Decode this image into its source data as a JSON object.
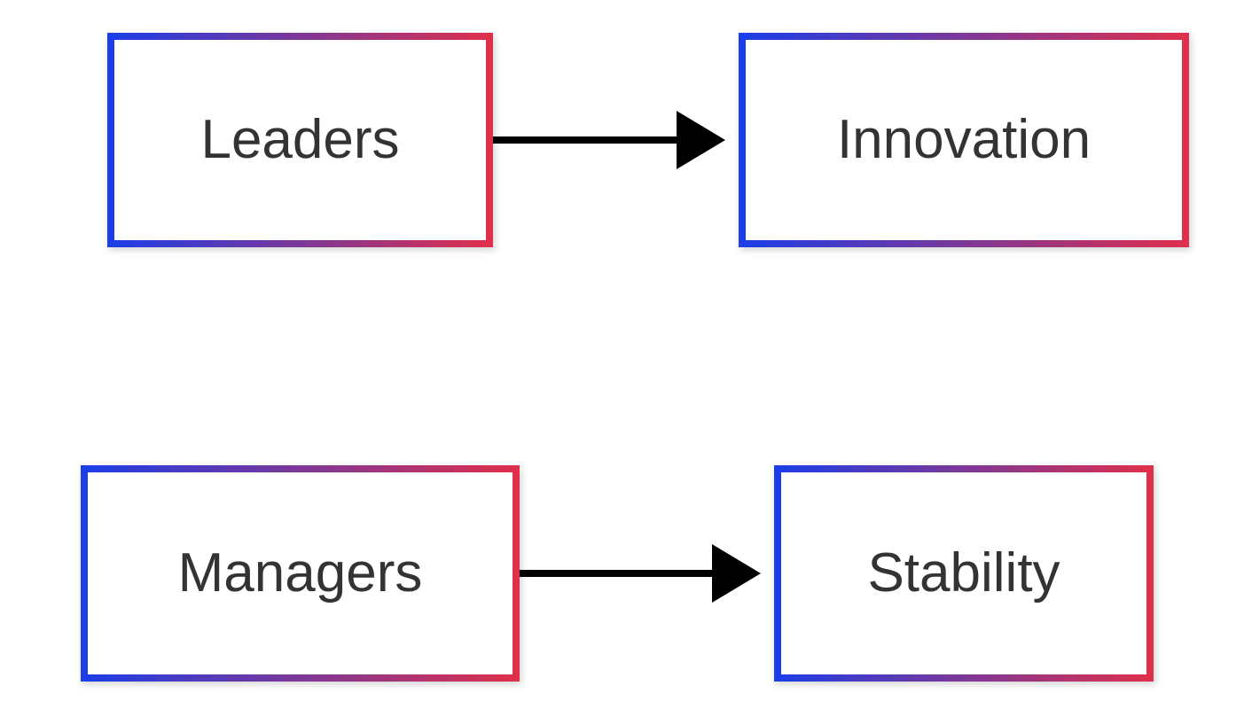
{
  "colors": {
    "border_gradient_start": "#1a3ee8",
    "border_gradient_end": "#e0304a",
    "label": "#333333",
    "arrow": "#000000",
    "node_fill": "#ffffff"
  },
  "nodes": [
    {
      "id": "leaders",
      "label": "Leaders"
    },
    {
      "id": "innovation",
      "label": "Innovation"
    },
    {
      "id": "managers",
      "label": "Managers"
    },
    {
      "id": "stability",
      "label": "Stability"
    }
  ],
  "edges": [
    {
      "from": "leaders",
      "to": "innovation"
    },
    {
      "from": "managers",
      "to": "stability"
    }
  ]
}
